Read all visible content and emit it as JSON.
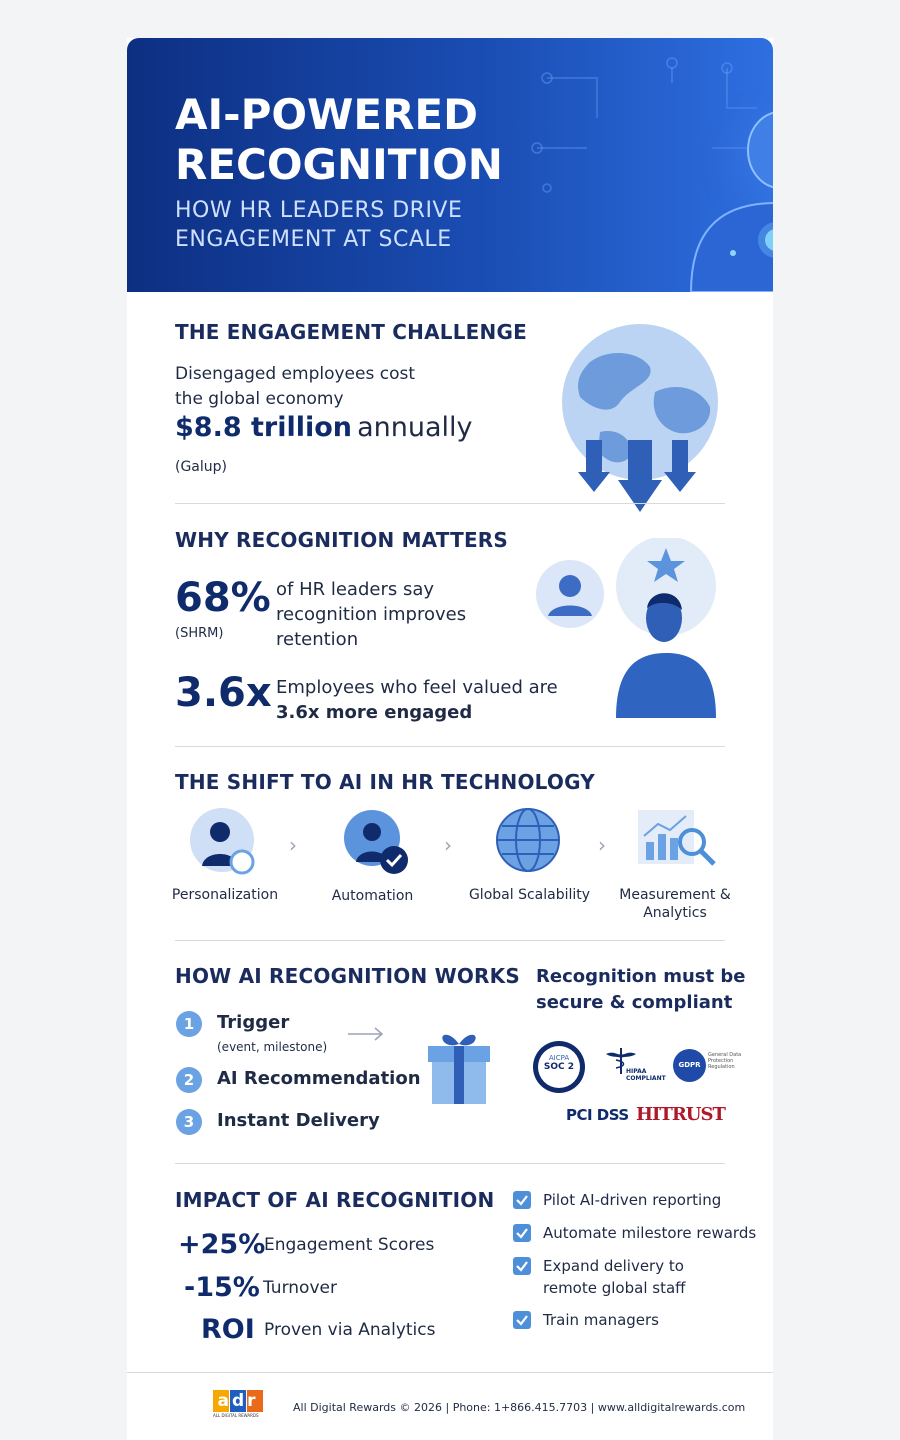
{
  "hero": {
    "title": "AI-POWERED RECOGNITION",
    "subtitle": "HOW HR LEADERS DRIVE ENGAGEMENT AT SCALE"
  },
  "challenge": {
    "heading": "THE ENGAGEMENT CHALLENGE",
    "line1": "Disengaged employees cost",
    "line2": "the global economy",
    "amount": "$8.8 trillion",
    "amount_suffix": "annually",
    "source": "(Galup)",
    "icon": "globe-down-arrows-icon"
  },
  "why": {
    "heading": "WHY RECOGNITION MATTERS",
    "stat1_value": "68%",
    "stat1_source": "(SHRM)",
    "stat1_text": "of HR leaders say recognition improves retention",
    "stat2_value": "3.6x",
    "stat2_text": "Employees who feel valued are",
    "stat2_bold": "3.6x more engaged"
  },
  "shift": {
    "heading": "THE SHIFT TO AI IN HR TECHNOLOGY",
    "items": [
      {
        "label": "Personalization",
        "icon": "person-icon"
      },
      {
        "label": "Automation",
        "icon": "person-check-icon"
      },
      {
        "label": "Global Scalability",
        "icon": "globe-icon"
      },
      {
        "label": "Measurement & Analytics",
        "icon": "chart-magnifier-icon"
      }
    ]
  },
  "how": {
    "heading": "HOW AI RECOGNITION WORKS",
    "steps": [
      {
        "num": "1",
        "label": "Trigger",
        "note": "(event, milestone)"
      },
      {
        "num": "2",
        "label": "AI Recommendation"
      },
      {
        "num": "3",
        "label": "Instant Delivery"
      }
    ],
    "secure_heading": "Recognition must be secure & compliant",
    "badges": {
      "aicpa_top": "AICPA",
      "aicpa_main": "SOC 2",
      "hipaa": "HIPAA COMPLIANT",
      "gdpr": "GDPR",
      "gdpr_text": "General Data Protection Regulation",
      "pci": "PCI DSS",
      "hitrust": "HITRUST"
    }
  },
  "impact": {
    "heading": "IMPACT OF AI RECOGNITION",
    "stats": [
      {
        "value": "+25%",
        "label": "Engagement Scores"
      },
      {
        "value": "-15%",
        "label": "Turnover"
      },
      {
        "value": "ROI",
        "label": "Proven via Analytics"
      }
    ],
    "checklist": [
      "Pilot AI-driven reporting",
      "Automate milestore rewards",
      "Expand delivery to remote global staff",
      "Train managers"
    ]
  },
  "footer": {
    "logo": "adr",
    "logo_sub": "ALL DIGITAL REWARDS",
    "text": "All Digital Rewards © 2026 | Phone: 1+866.415.7703 | www.alldigitalrewards.com"
  },
  "colors": {
    "navy": "#0d2f82",
    "accent": "#4e8fd9",
    "text": "#1f2a44"
  }
}
